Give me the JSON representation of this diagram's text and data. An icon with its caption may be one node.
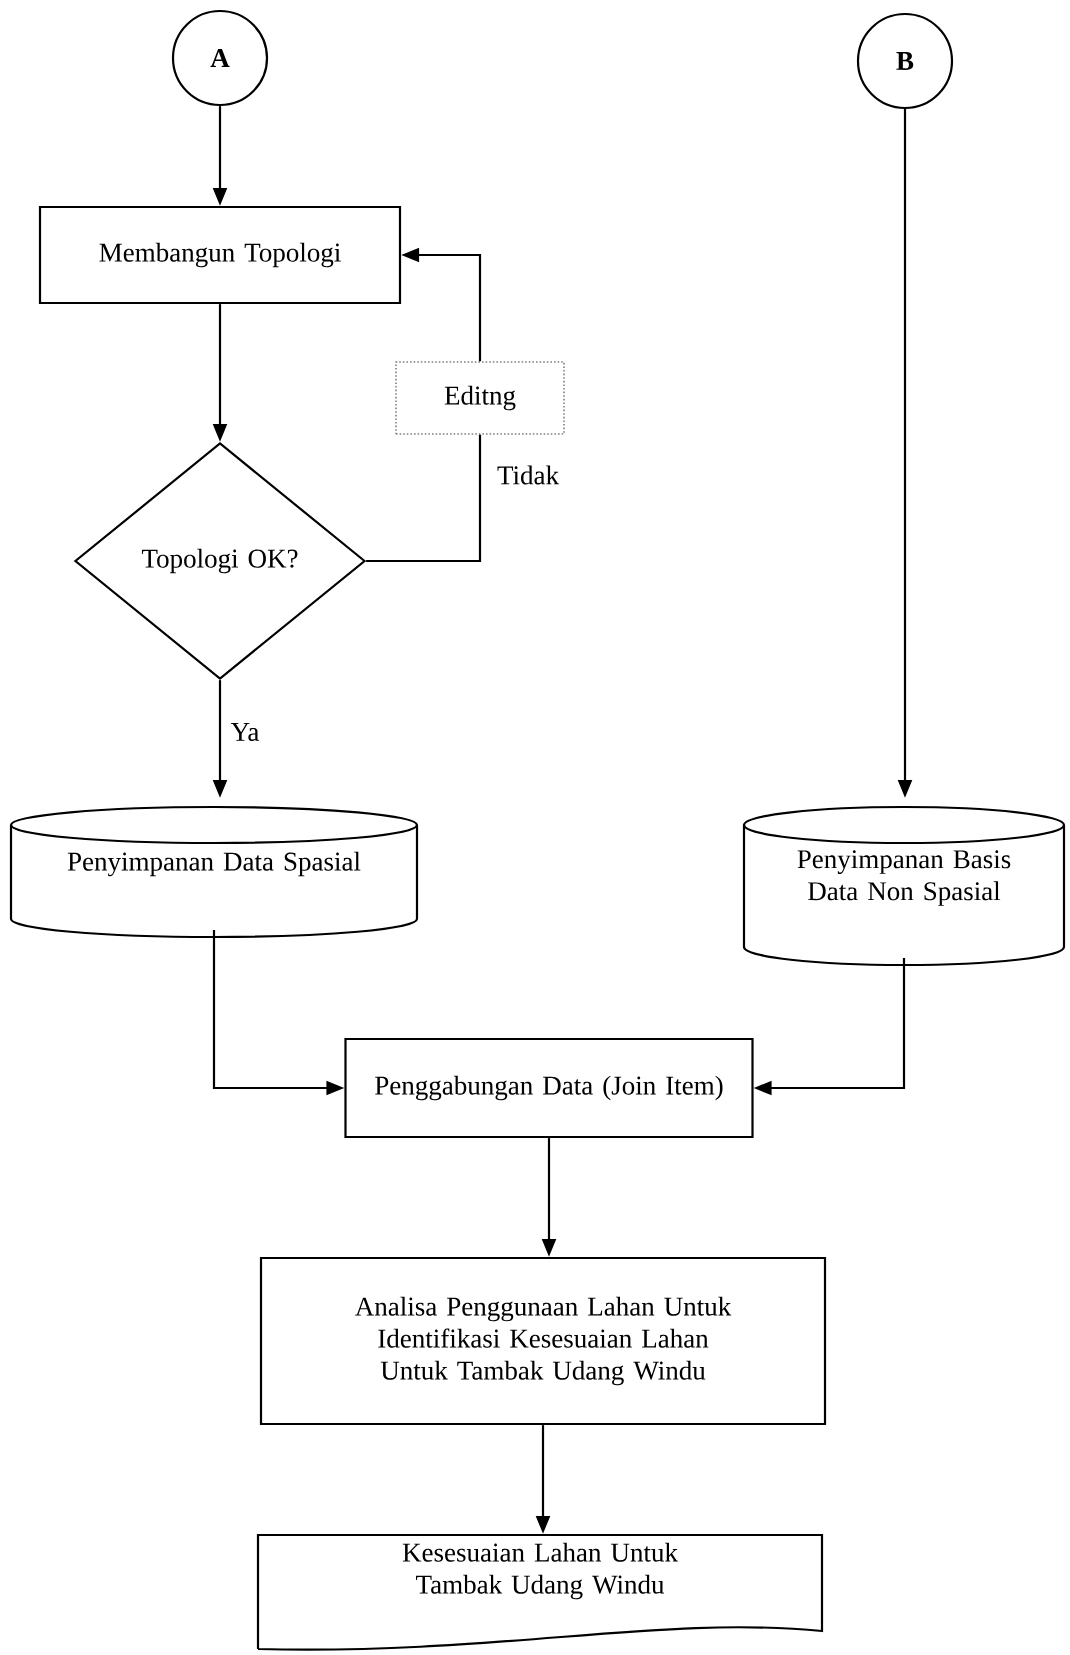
{
  "diagram": {
    "nodes": [
      {
        "text": [
          "A"
        ]
      },
      {
        "text": [
          "B"
        ]
      },
      {
        "text": [
          "Membangun Topologi"
        ]
      },
      {
        "text": [
          "Editng"
        ]
      },
      {
        "text": [
          "Topologi OK?"
        ]
      },
      {
        "text": [
          "Penyimpanan Data Spasial"
        ]
      },
      {
        "text": [
          "Penyimpanan Basis Data Non Spasial"
        ]
      },
      {
        "text": [
          "Penggabungan Data (Join Item)"
        ]
      },
      {
        "text": [
          "Analisa Penggunaan Lahan Untuk Identifikasi Kesesuaian Lahan Untuk Tambak Udang Windu"
        ]
      },
      {
        "text": [
          "Kesesuaian Lahan Untuk Tambak Udang Windu"
        ]
      }
    ],
    "edges": [
      {
        "from": 0,
        "to": 2,
        "arrow": "to"
      },
      {
        "from": 2,
        "to": 4,
        "arrow": "to"
      },
      {
        "from": 4,
        "to": 3,
        "arrow": "none",
        "label": "Tidak"
      },
      {
        "from": 3,
        "to": 2,
        "arrow": "to"
      },
      {
        "from": 4,
        "to": 5,
        "arrow": "to",
        "label": "Ya"
      },
      {
        "from": 1,
        "to": 6,
        "arrow": "to"
      },
      {
        "from": 5,
        "to": 7,
        "arrow": "to"
      },
      {
        "from": 6,
        "to": 7,
        "arrow": "to"
      },
      {
        "from": 7,
        "to": 8,
        "arrow": "to"
      },
      {
        "from": 8,
        "to": 9,
        "arrow": "to"
      }
    ]
  }
}
